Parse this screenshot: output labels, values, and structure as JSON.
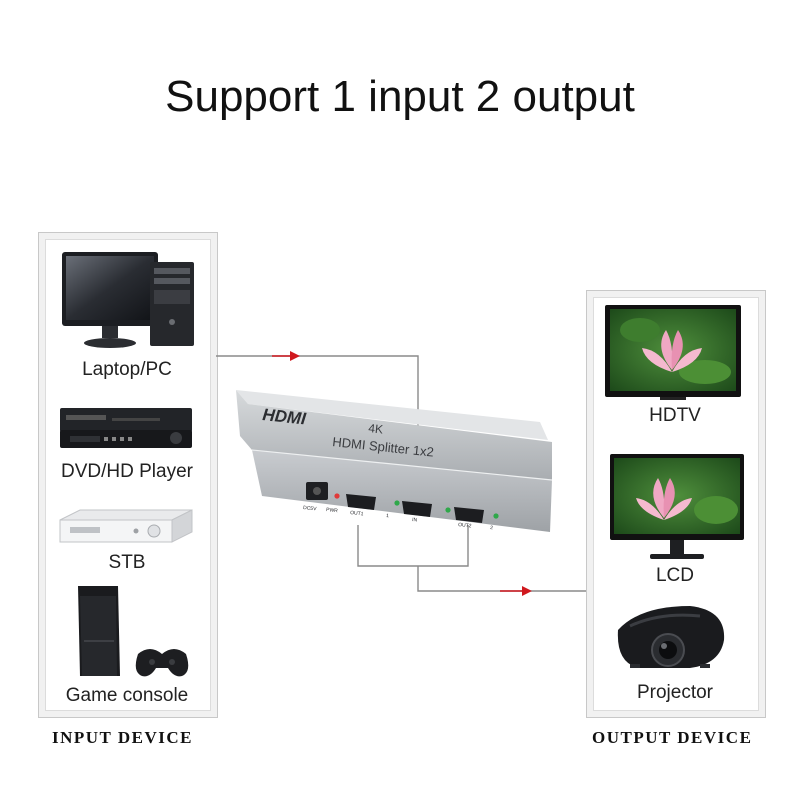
{
  "title": "Support 1 input 2 output",
  "input_devices": [
    {
      "label": "Laptop/PC",
      "icon": "desktop-pc-icon"
    },
    {
      "label": "DVD/HD Player",
      "icon": "dvd-player-icon"
    },
    {
      "label": "STB",
      "icon": "set-top-box-icon"
    },
    {
      "label": "Game console",
      "icon": "game-console-icon"
    }
  ],
  "output_devices": [
    {
      "label": "HDTV",
      "icon": "hdtv-icon"
    },
    {
      "label": "LCD",
      "icon": "lcd-monitor-icon"
    },
    {
      "label": "Projector",
      "icon": "projector-icon"
    }
  ],
  "input_caption": "INPUT DEVICE",
  "output_caption": "OUTPUT DEVICE",
  "splitter": {
    "brand": "HDMI",
    "resolution": "4K",
    "name": "HDMI Splitter 1x2",
    "port_labels": [
      "DC5V",
      "PWR",
      "OUT1",
      "1",
      "IN",
      "OUT2",
      "2"
    ]
  },
  "colors": {
    "arrow": "#d0181e",
    "line": "#8a8a8a",
    "body": "#c6c9cc"
  }
}
